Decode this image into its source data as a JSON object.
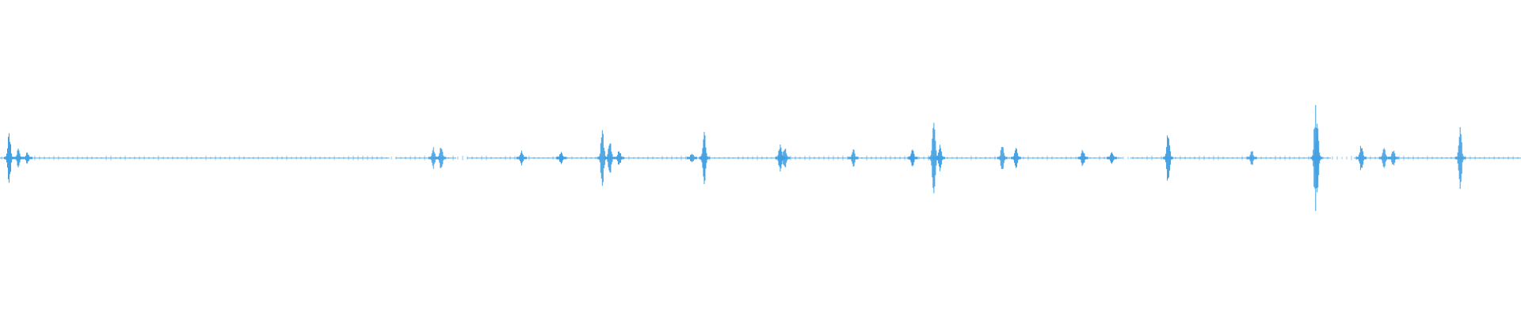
{
  "waveform": {
    "wave_color": "#3f9fe2",
    "background_color": "#ffffff",
    "duration_normalized": 1.0,
    "peaks": [
      {
        "t": 0.006,
        "amp": 0.1
      },
      {
        "t": 0.012,
        "amp": 0.03
      },
      {
        "t": 0.018,
        "amp": 0.02
      },
      {
        "t": 0.285,
        "amp": 0.035
      },
      {
        "t": 0.29,
        "amp": 0.04
      },
      {
        "t": 0.343,
        "amp": 0.025
      },
      {
        "t": 0.369,
        "amp": 0.025
      },
      {
        "t": 0.396,
        "amp": 0.1
      },
      {
        "t": 0.401,
        "amp": 0.06
      },
      {
        "t": 0.407,
        "amp": 0.03
      },
      {
        "t": 0.455,
        "amp": 0.02
      },
      {
        "t": 0.463,
        "amp": 0.1
      },
      {
        "t": 0.513,
        "amp": 0.045
      },
      {
        "t": 0.516,
        "amp": 0.04
      },
      {
        "t": 0.561,
        "amp": 0.03
      },
      {
        "t": 0.6,
        "amp": 0.03
      },
      {
        "t": 0.614,
        "amp": 0.16
      },
      {
        "t": 0.618,
        "amp": 0.05
      },
      {
        "t": 0.659,
        "amp": 0.05
      },
      {
        "t": 0.668,
        "amp": 0.035
      },
      {
        "t": 0.712,
        "amp": 0.03
      },
      {
        "t": 0.731,
        "amp": 0.02
      },
      {
        "t": 0.768,
        "amp": 0.1
      },
      {
        "t": 0.823,
        "amp": 0.03
      },
      {
        "t": 0.865,
        "amp": 0.18
      },
      {
        "t": 0.866,
        "amp": 0.12
      },
      {
        "t": 0.895,
        "amp": 0.05
      },
      {
        "t": 0.91,
        "amp": 0.035
      },
      {
        "t": 0.916,
        "amp": 0.03
      },
      {
        "t": 0.96,
        "amp": 0.1
      }
    ],
    "gaps": [
      {
        "start": 0.256,
        "end": 0.26
      },
      {
        "start": 0.3,
        "end": 0.307
      },
      {
        "start": 0.738,
        "end": 0.743
      },
      {
        "start": 0.875,
        "end": 0.89
      }
    ]
  }
}
